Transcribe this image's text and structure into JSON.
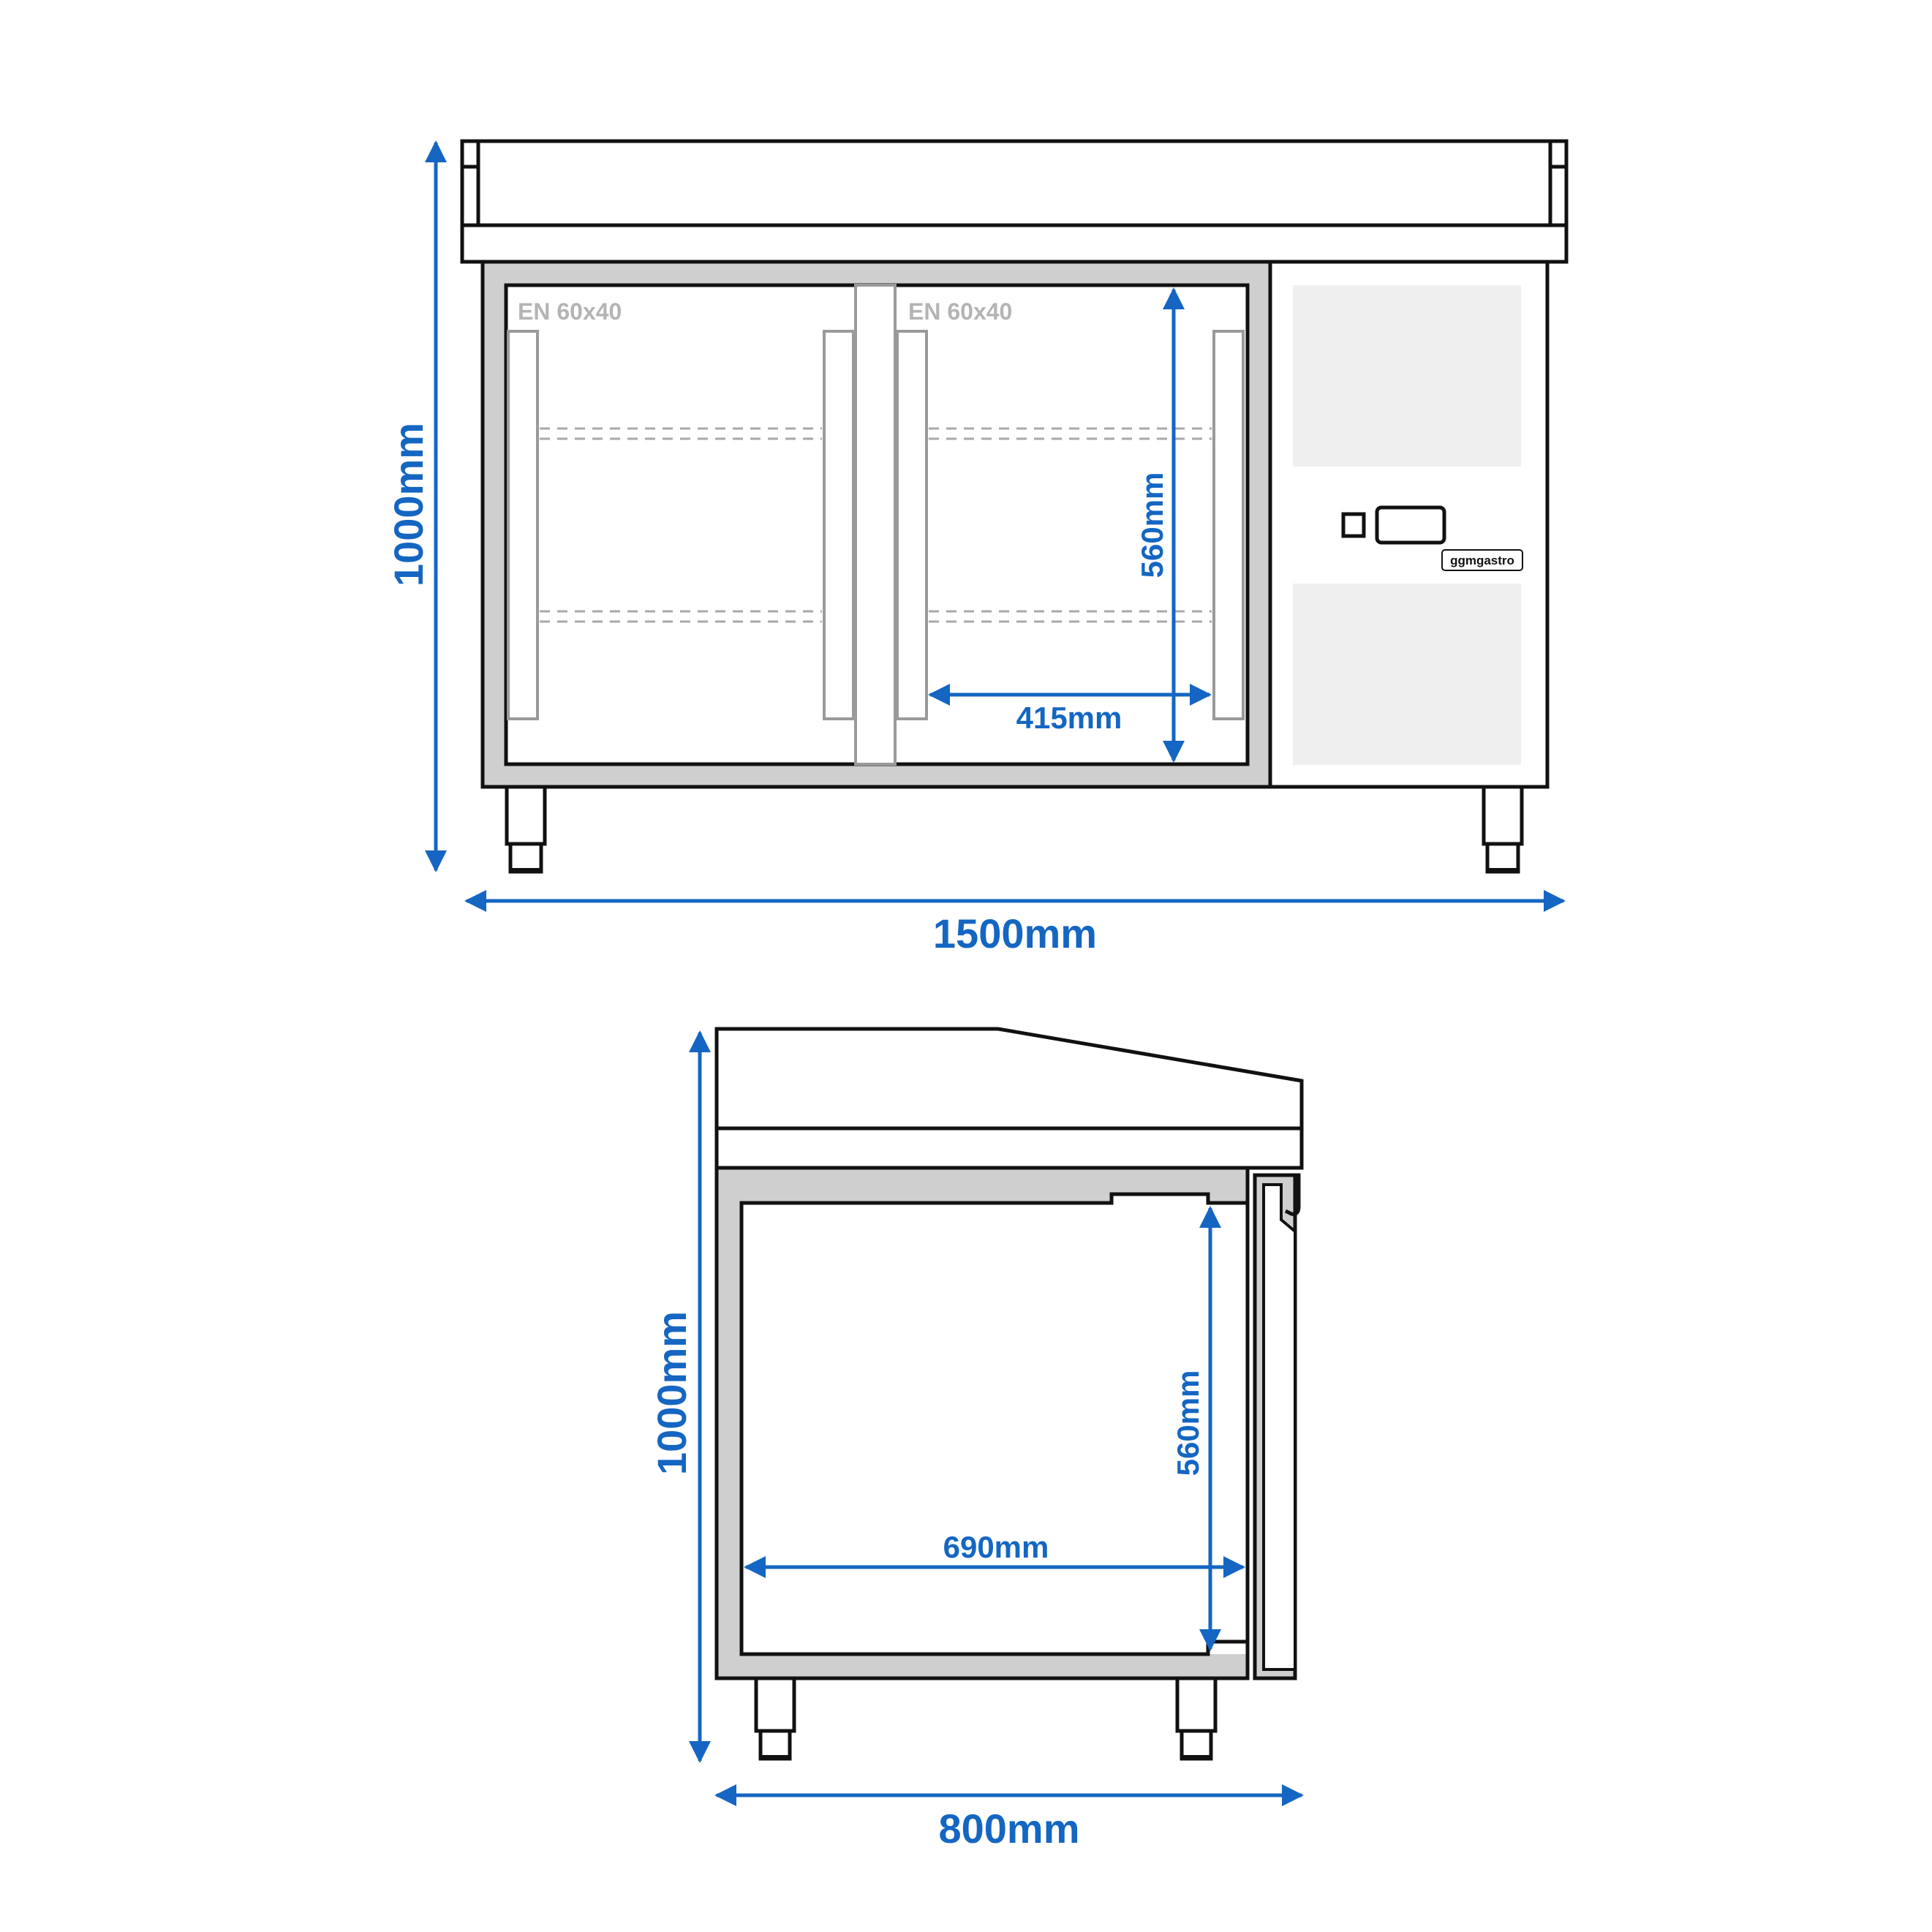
{
  "front_view": {
    "width_label": "1500mm",
    "height_label": "1000mm",
    "inner_height_label": "560mm",
    "inner_width_label": "415mm",
    "tray_label_left": "EN 60x40",
    "tray_label_right": "EN 60x40",
    "brand_label": "ggmgastro"
  },
  "side_view": {
    "depth_label": "800mm",
    "height_label": "1000mm",
    "inner_height_label": "560mm",
    "inner_depth_label": "690mm"
  },
  "colors": {
    "dimension": "#1466c2",
    "outline": "#111111",
    "frame": "#cfcfcf",
    "panel": "#efefef"
  }
}
